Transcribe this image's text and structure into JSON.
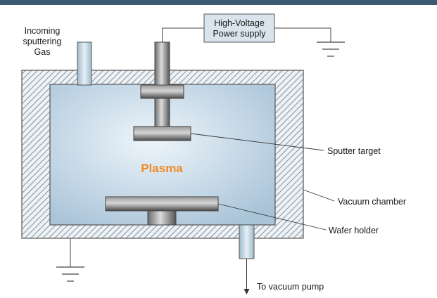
{
  "diagram": {
    "power_supply_label": [
      "High-Voltage",
      "Power supply"
    ],
    "gas_inlet_label": [
      "Incoming",
      "sputtering",
      "Gas"
    ],
    "plasma_label": "Plasma",
    "sputter_target_label": "Sputter target",
    "vacuum_chamber_label": "Vacuum chamber",
    "wafer_holder_label": "Wafer holder",
    "vacuum_pump_label": "To vacuum pump",
    "colors": {
      "top_bar": "#3d5a73",
      "chamber_wall_hatch": "#8fa0ad",
      "chamber_interior": "#c8dcea",
      "plasma_text": "#f08a24",
      "metal_dark": "#555555",
      "metal_light": "#bdbdbd"
    }
  }
}
